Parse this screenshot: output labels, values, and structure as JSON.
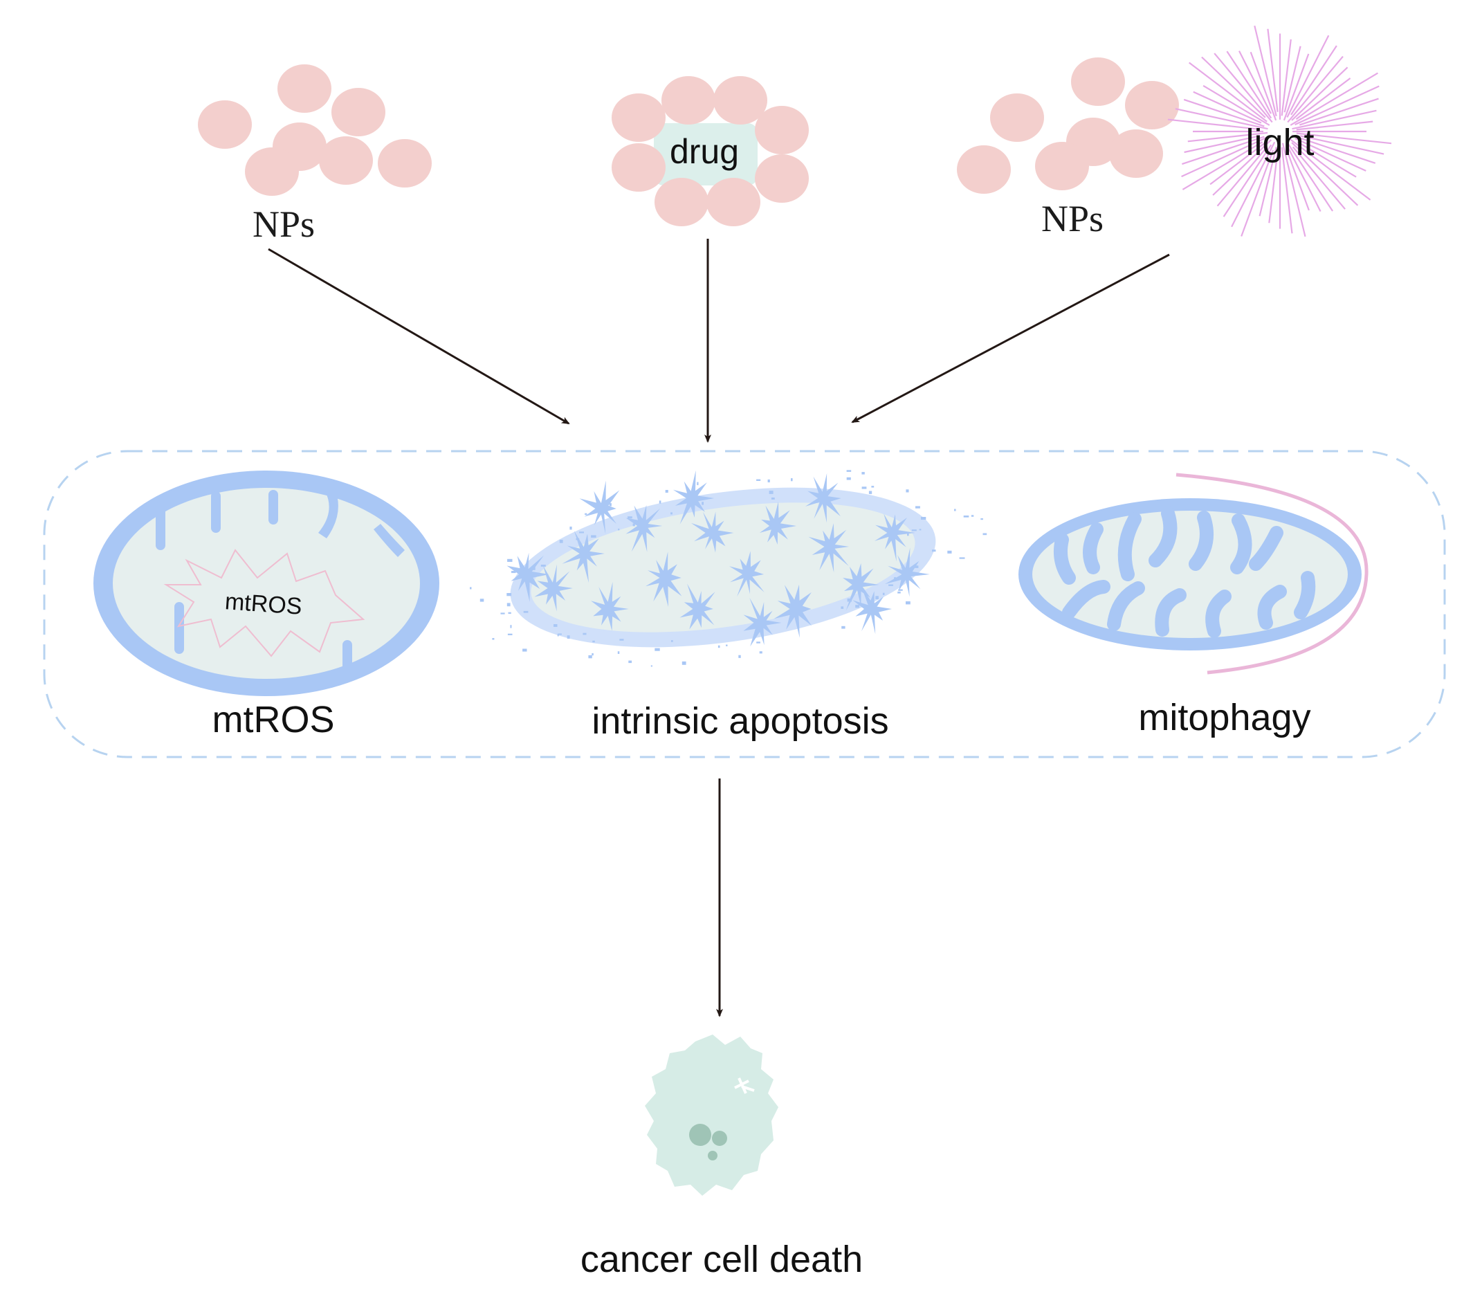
{
  "inputs": {
    "left_label": "NPs",
    "center_label": "drug",
    "right_np_label": "NPs",
    "right_light_label": "light"
  },
  "mechanisms": {
    "left_inner_label": "mtROS",
    "left_label": "mtROS",
    "center_label": "intrinsic apoptosis",
    "right_label": "mitophagy"
  },
  "outcome": {
    "label": "cancer cell death"
  },
  "colors": {
    "nanoparticle": "#f3cfcd",
    "mito_membrane": "#a9c7f5",
    "mito_matrix": "#e6efee",
    "drug_core": "#dcefeb",
    "light_rays": "#e6a9e6",
    "mitophagy_arc": "#eab6d8",
    "box_dash": "#b7d3f0",
    "arrow": "#231815",
    "dead_cell": "#d6ece6",
    "dead_cell_spots": "#9fc4b6"
  }
}
